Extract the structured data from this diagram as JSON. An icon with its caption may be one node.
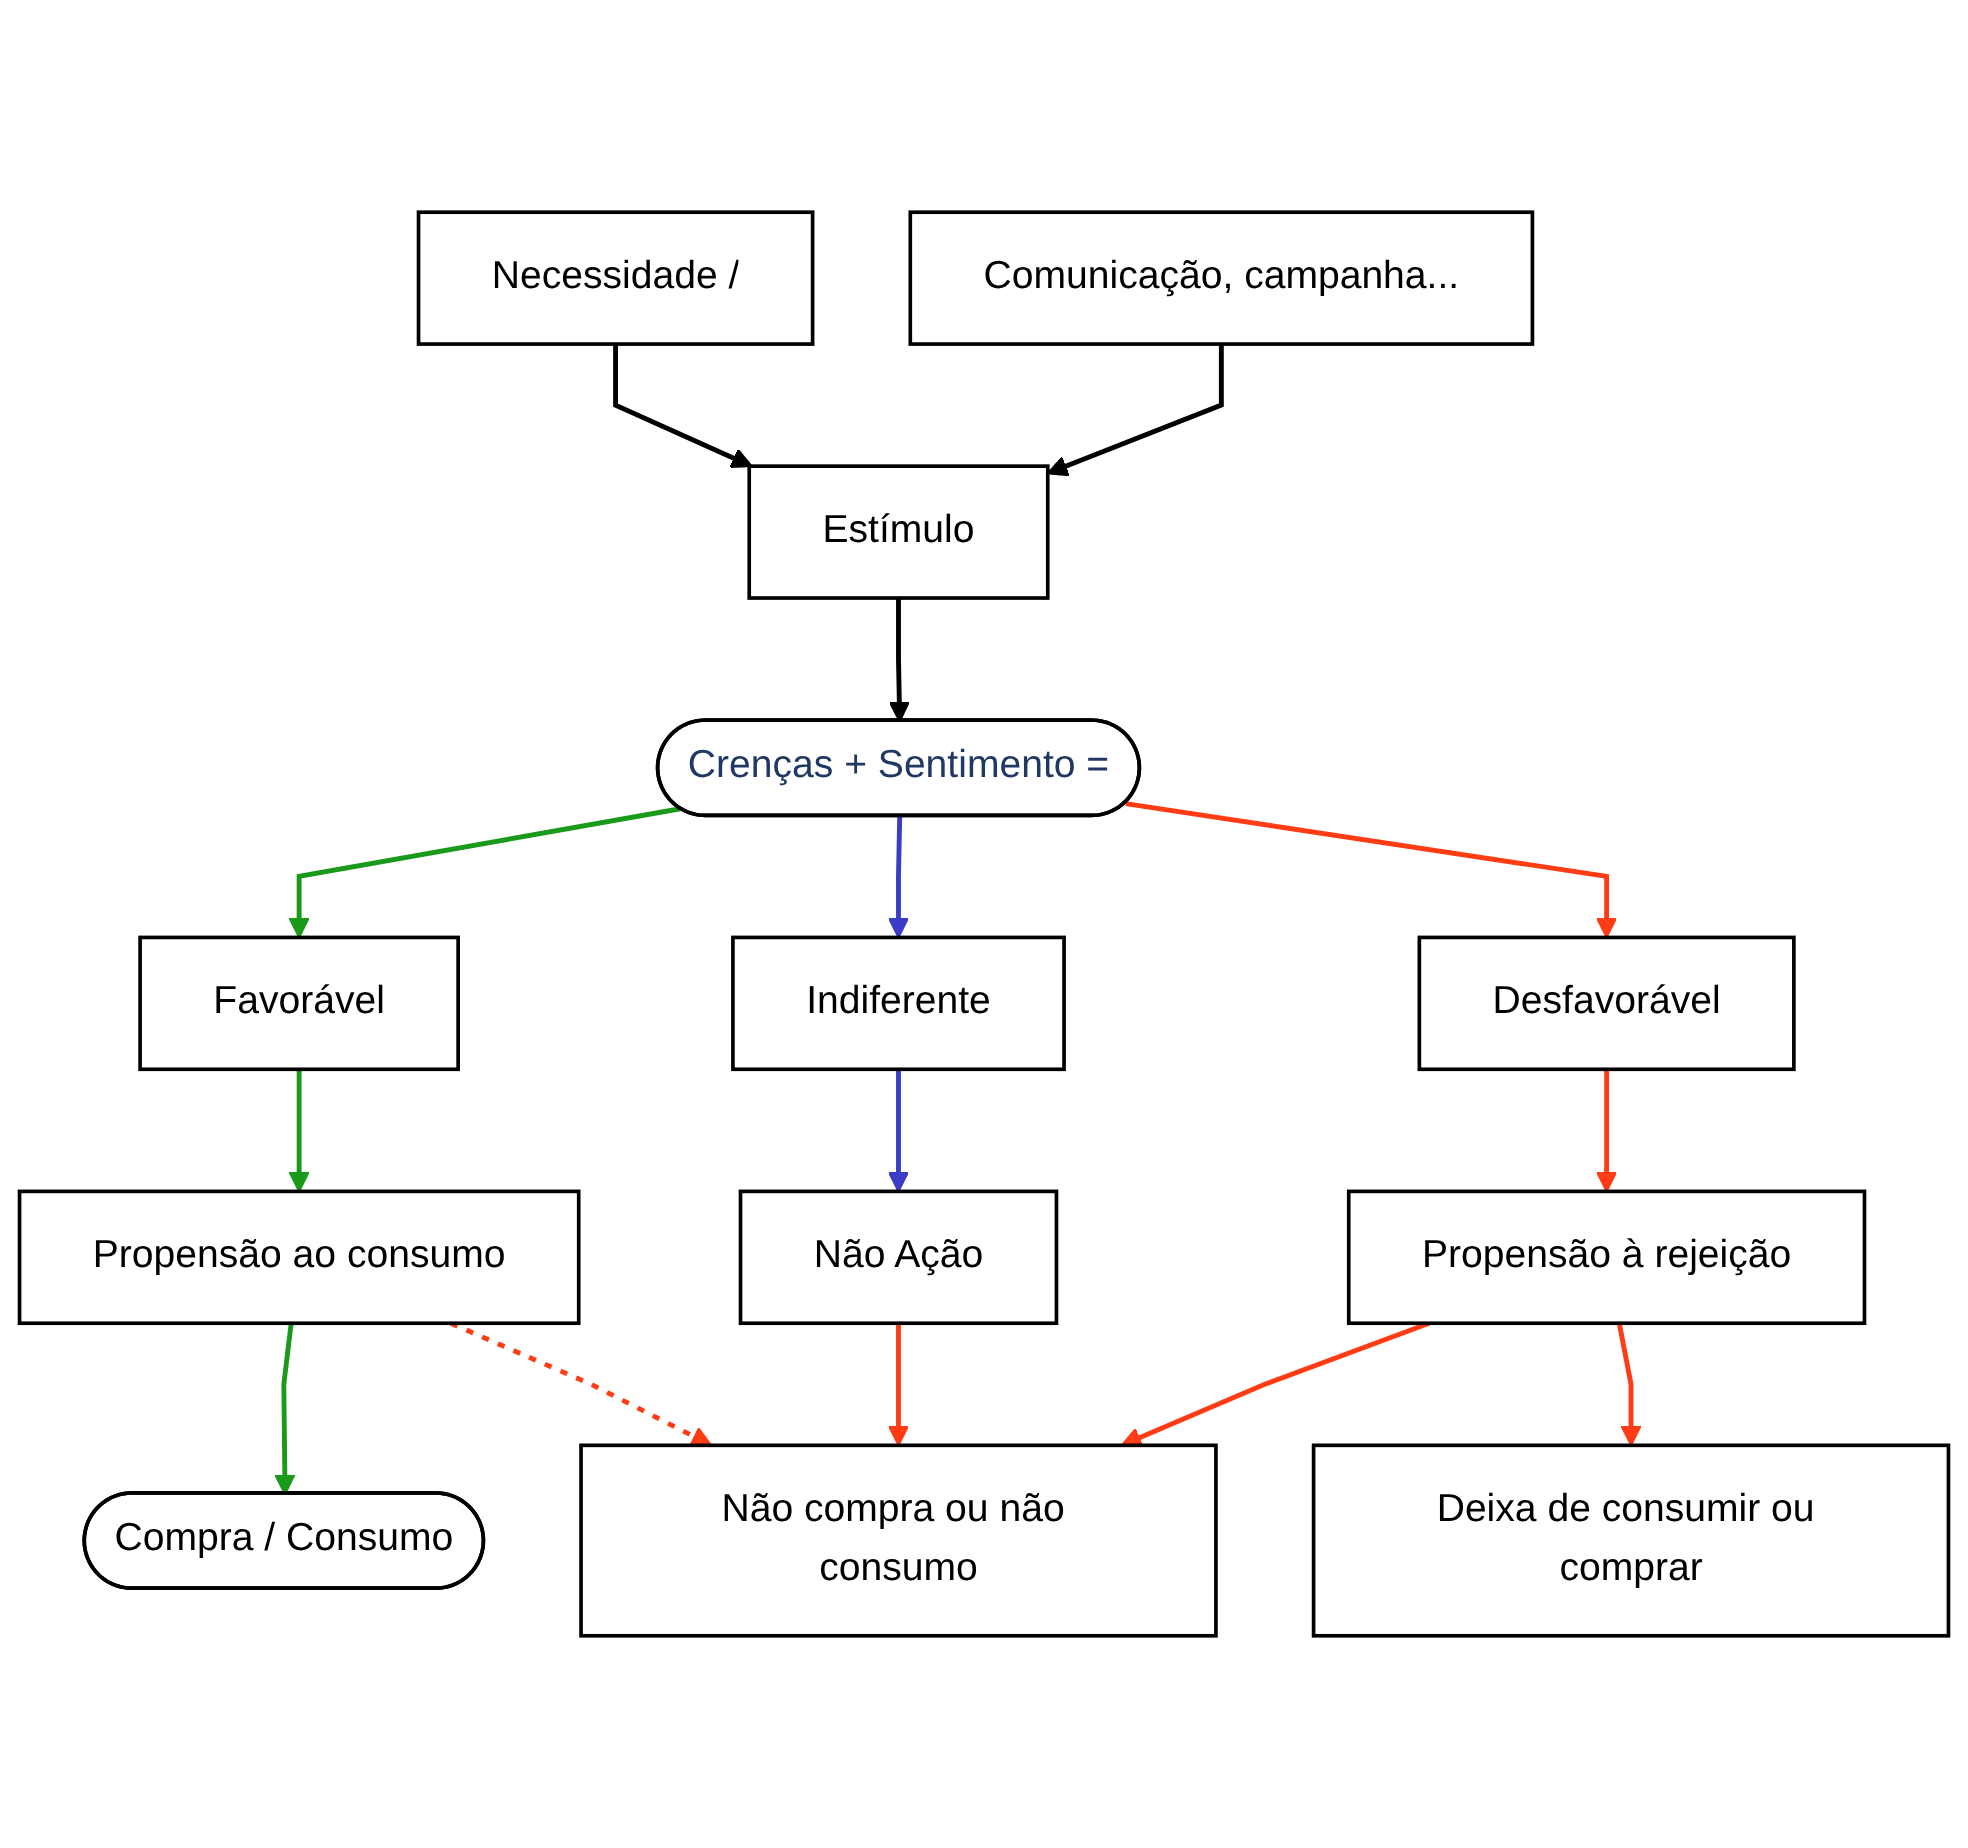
{
  "diagram": {
    "nodes": [
      {
        "text": [
          "Necessidade /"
        ]
      },
      {
        "text": [
          "Estímulo"
        ]
      },
      {
        "text": [
          "Comunicação, campanha..."
        ]
      },
      {
        "text": [
          "Crenças + Sentimento ="
        ]
      },
      {
        "text": [
          "Favorável"
        ]
      },
      {
        "text": [
          "Indiferente"
        ]
      },
      {
        "text": [
          "Desfavorável"
        ]
      },
      {
        "text": [
          "Propensão ao consumo"
        ]
      },
      {
        "text": [
          "Não Ação"
        ]
      },
      {
        "text": [
          "Propensão à rejeição"
        ]
      },
      {
        "text": [
          "Compra / Consumo"
        ]
      },
      {
        "text": [
          "Não compra ou não consumo"
        ]
      },
      {
        "text": [
          "Deixa de consumir ou comprar"
        ]
      }
    ],
    "edges": [
      {
        "from": 0,
        "to": 1,
        "arrow": "to",
        "color": "#000000"
      },
      {
        "from": 2,
        "to": 1,
        "arrow": "to",
        "color": "#000000"
      },
      {
        "from": 1,
        "to": 3,
        "arrow": "to",
        "color": "#000000"
      },
      {
        "from": 3,
        "to": 4,
        "arrow": "to",
        "color": "#1a9a1a"
      },
      {
        "from": 3,
        "to": 5,
        "arrow": "to",
        "color": "#3c3cc8"
      },
      {
        "from": 3,
        "to": 6,
        "arrow": "to",
        "color": "#ff3c14"
      },
      {
        "from": 4,
        "to": 7,
        "arrow": "to",
        "color": "#1a9a1a"
      },
      {
        "from": 5,
        "to": 8,
        "arrow": "to",
        "color": "#3c3cc8"
      },
      {
        "from": 6,
        "to": 9,
        "arrow": "to",
        "color": "#ff3c14"
      },
      {
        "from": 7,
        "to": 10,
        "arrow": "to",
        "color": "#1a9a1a"
      },
      {
        "from": 7,
        "to": 11,
        "arrow": "to",
        "style": "dashed",
        "color": "#ff3c14"
      },
      {
        "from": 8,
        "to": 11,
        "arrow": "to",
        "color": "#ff3c14"
      },
      {
        "from": 9,
        "to": 11,
        "arrow": "to",
        "color": "#ff3c14"
      },
      {
        "from": 9,
        "to": 12,
        "arrow": "to",
        "color": "#ff3c14"
      }
    ]
  }
}
